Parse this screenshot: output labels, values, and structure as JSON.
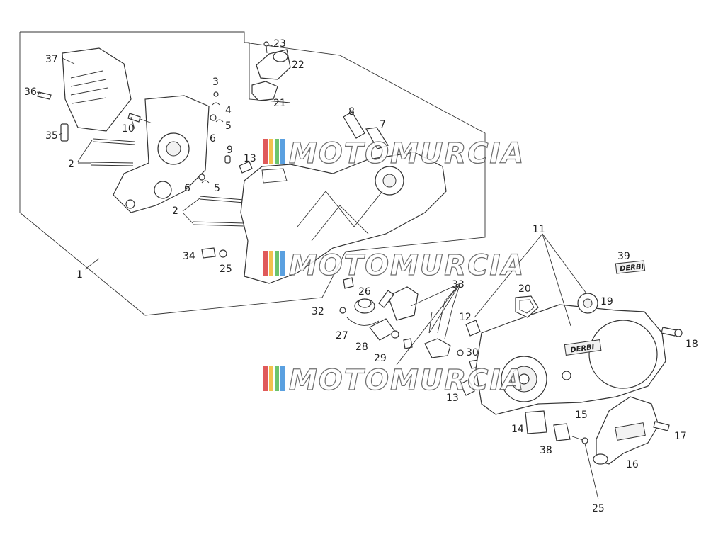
{
  "diagram": {
    "callouts": [
      "1",
      "2",
      "2",
      "3",
      "4",
      "5",
      "5",
      "6",
      "6",
      "7",
      "8",
      "9",
      "10",
      "11",
      "12",
      "13",
      "13",
      "14",
      "15",
      "16",
      "17",
      "18",
      "19",
      "20",
      "21",
      "22",
      "23",
      "25",
      "25",
      "26",
      "27",
      "28",
      "29",
      "30",
      "32",
      "33",
      "34",
      "35",
      "36",
      "37",
      "38",
      "39"
    ]
  },
  "watermark": {
    "text": "MOTOMURCIA",
    "stripe_colors": [
      "#e05a5a",
      "#f2c14e",
      "#6cc46c",
      "#5aa0e0"
    ]
  },
  "logo": {
    "text": "DERBI"
  }
}
